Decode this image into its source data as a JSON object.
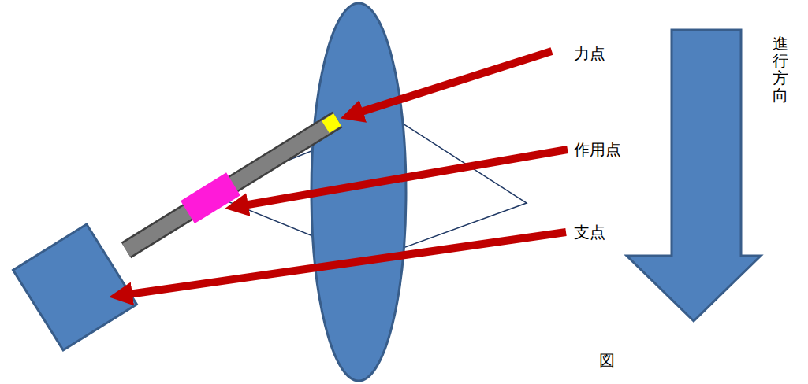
{
  "diagram": {
    "labels": [
      "力点",
      "作用点",
      "支点",
      "進行方向",
      "図"
    ]
  }
}
